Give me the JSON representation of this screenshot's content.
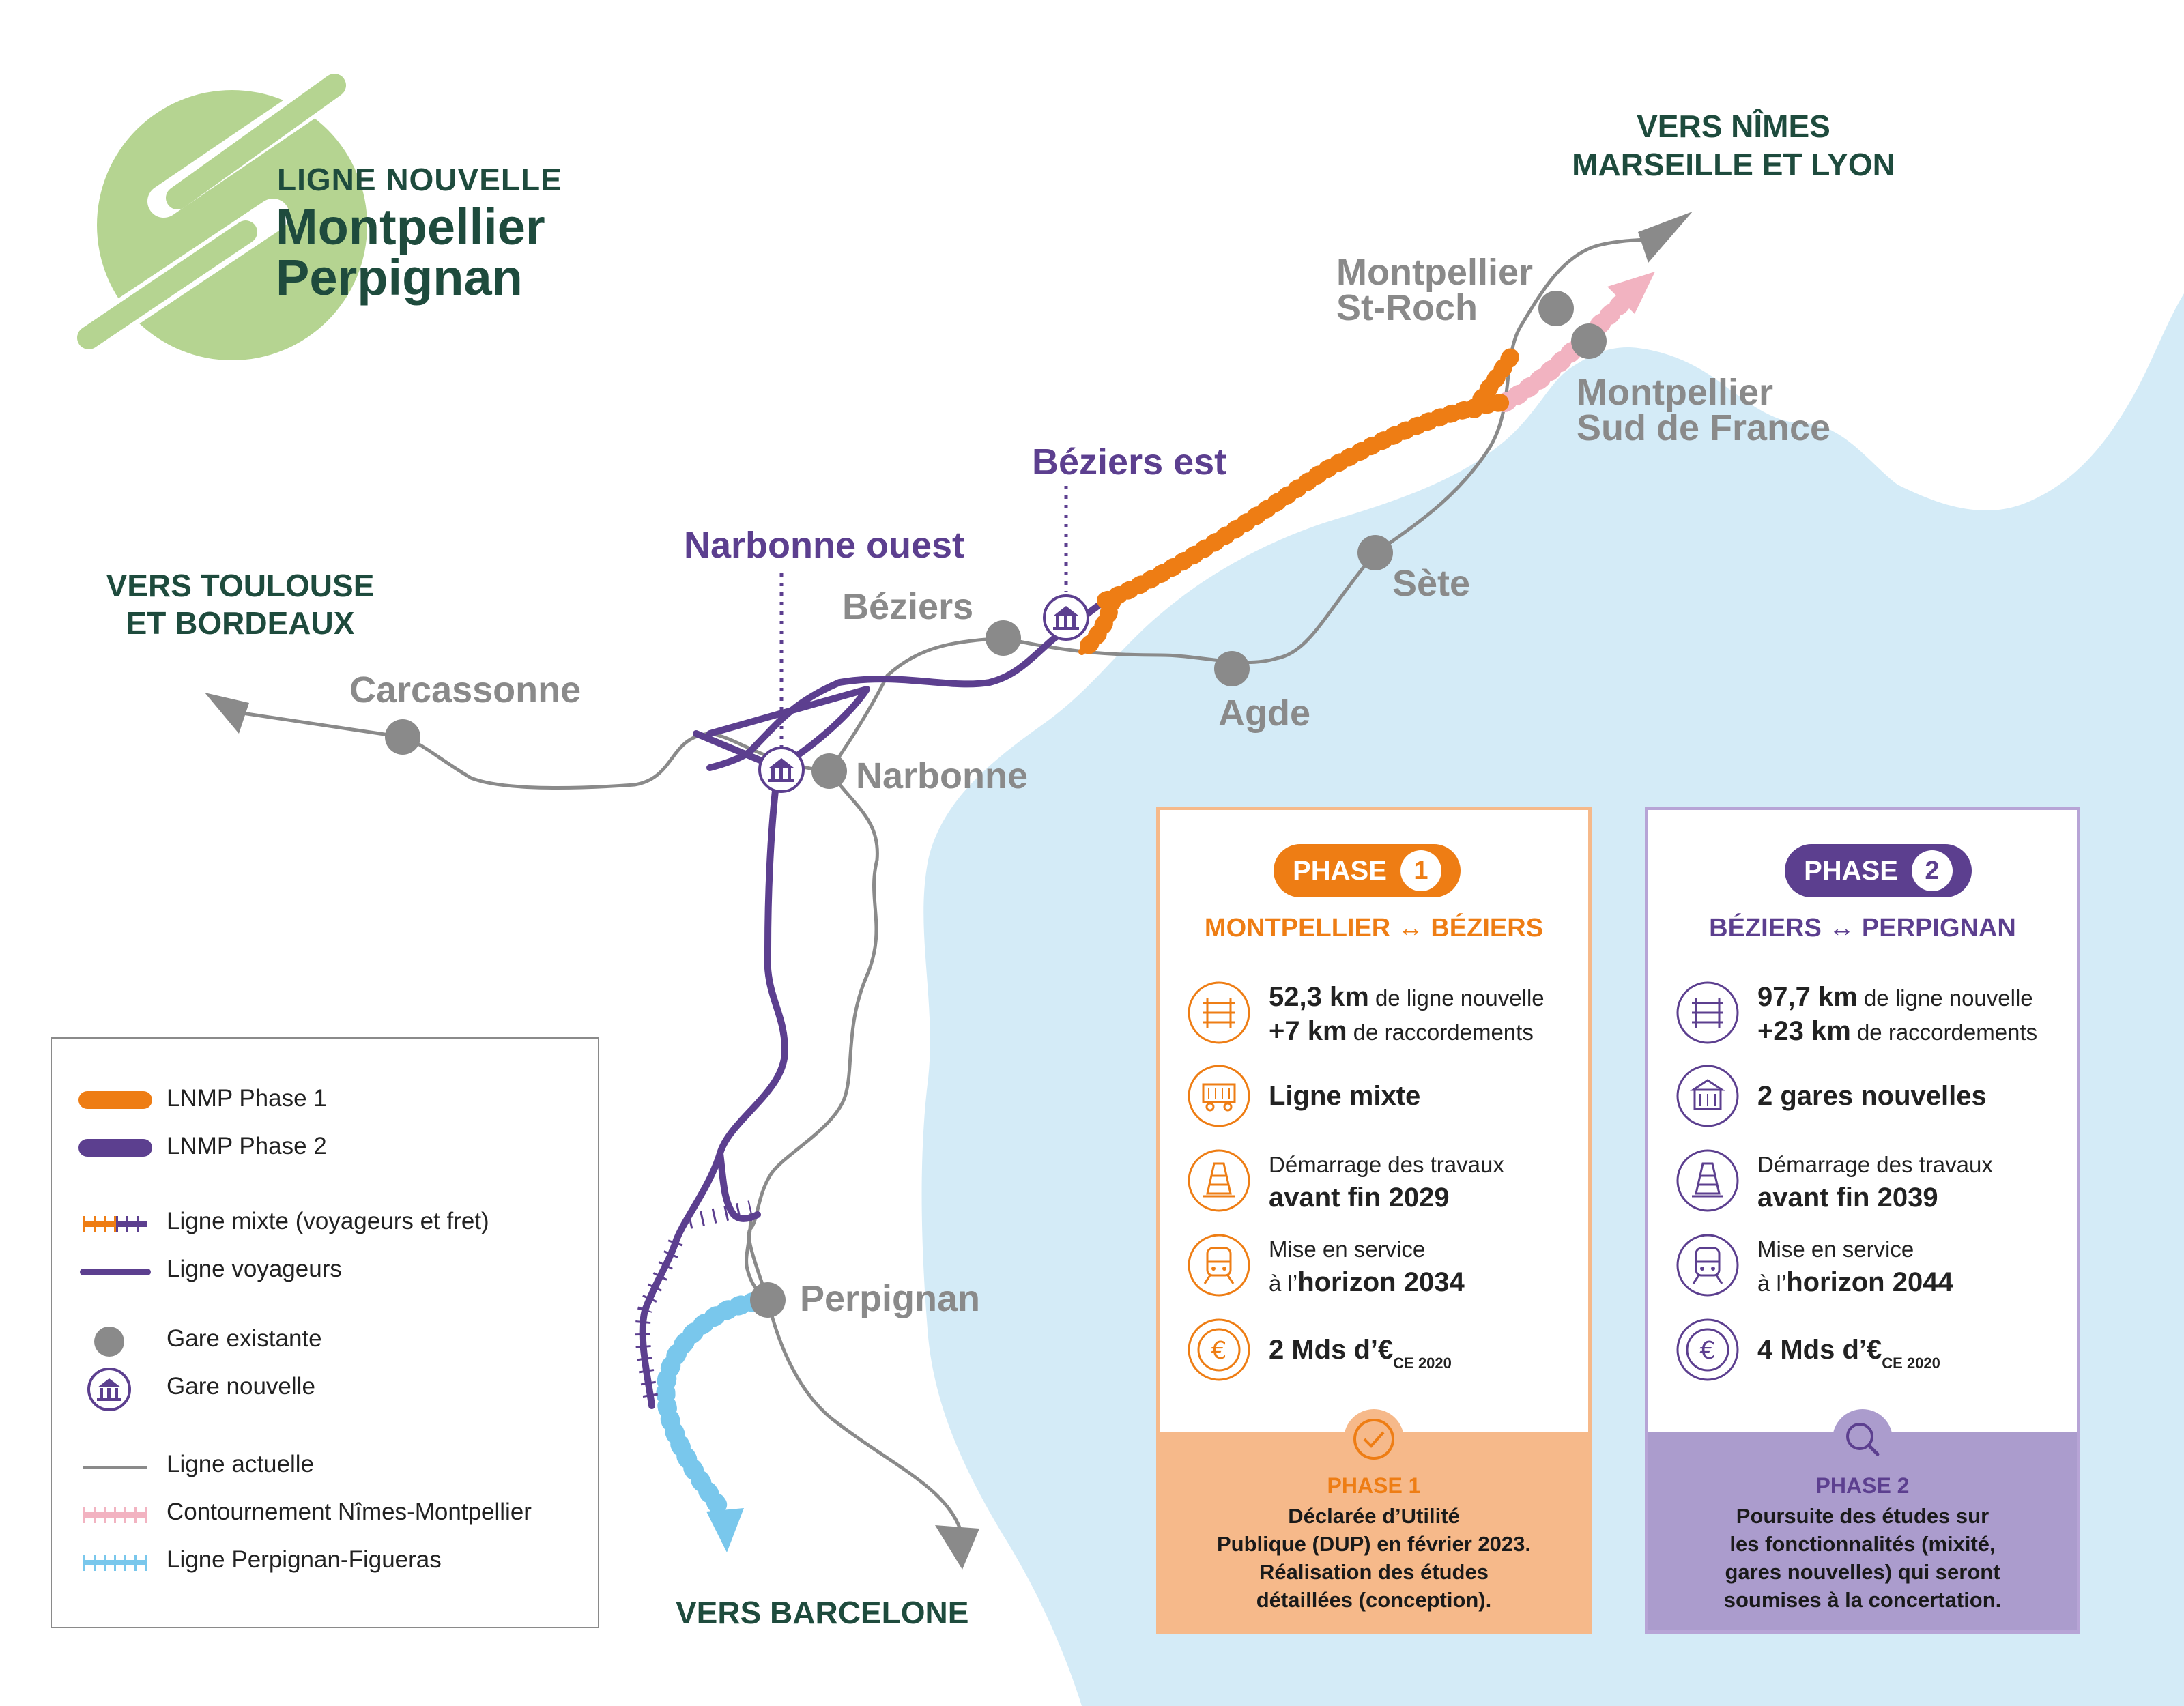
{
  "logo": {
    "line1": "LIGNE  NOUVELLE",
    "line2": "Montpellier",
    "line3": "Perpignan"
  },
  "directions": {
    "nimes_line1": "VERS NÎMES",
    "nimes_line2": "MARSEILLE ET LYON",
    "toulouse_line1": "VERS TOULOUSE",
    "toulouse_line2": "ET BORDEAUX",
    "barcelone": "VERS BARCELONE"
  },
  "stations": {
    "montpellier_st_roch_1": "Montpellier",
    "montpellier_st_roch_2": "St-Roch",
    "montpellier_sdf_1": "Montpellier",
    "montpellier_sdf_2": "Sud de France",
    "sete": "Sète",
    "agde": "Agde",
    "beziers": "Béziers",
    "narbonne": "Narbonne",
    "carcassonne": "Carcassonne",
    "perpignan": "Perpignan",
    "beziers_est": "Béziers est",
    "narbonne_ouest": "Narbonne ouest"
  },
  "colors": {
    "phase1": "#ee7d14",
    "phase2": "#5c3f8f",
    "sea": "#d4ebf7",
    "existing_line": "#8a8a8a",
    "contournement": "#f2b3c1",
    "figueras": "#79c7ec",
    "logo_green": "#b5d491",
    "dark_green": "#1e4b3d"
  },
  "legend": [
    {
      "label": "LNMP Phase 1",
      "icon": "orange-bar"
    },
    {
      "label": "LNMP Phase 2",
      "icon": "purple-bar"
    },
    {
      "label": "Ligne mixte (voyageurs et fret)",
      "icon": "hatched-line"
    },
    {
      "label": "Ligne voyageurs",
      "icon": "purple-line"
    },
    {
      "label": "Gare existante",
      "icon": "gray-dot"
    },
    {
      "label": "Gare nouvelle",
      "icon": "station-icon"
    },
    {
      "label": "Ligne actuelle",
      "icon": "gray-line"
    },
    {
      "label": "Contournement Nîmes-Montpellier",
      "icon": "pink-hatched-line"
    },
    {
      "label": "Ligne Perpignan-Figueras",
      "icon": "blue-hatched-line"
    }
  ],
  "phase1": {
    "pill_label": "PHASE",
    "pill_number": "1",
    "title": "MONTPELLIER ↔ BÉZIERS",
    "rows": [
      {
        "icon": "rail-track-icon",
        "bold1": "52,3 km",
        "text1": " de ligne nouvelle",
        "bold2": "+7 km",
        "text2": " de raccordements"
      },
      {
        "icon": "freight-wagon-icon",
        "bold1": "Ligne mixte"
      },
      {
        "icon": "traffic-cone-icon",
        "text1": "Démarrage des travaux",
        "bold2": "avant fin 2029"
      },
      {
        "icon": "train-icon",
        "text1": "Mise en service",
        "text2": "à l’",
        "bold2": "horizon 2034"
      },
      {
        "icon": "euro-coin-icon",
        "bold1": "2 Mds d’€",
        "sub": "CE 2020"
      }
    ],
    "footer_icon": "checkmark-icon",
    "footer_head": "PHASE 1",
    "footer_lines": [
      "Déclarée d’Utilité",
      "Publique (DUP) en février 2023.",
      "Réalisation des études",
      "détaillées (conception)."
    ]
  },
  "phase2": {
    "pill_label": "PHASE",
    "pill_number": "2",
    "title": "BÉZIERS ↔ PERPIGNAN",
    "rows": [
      {
        "icon": "rail-track-icon",
        "bold1": "97,7 km",
        "text1": " de ligne nouvelle",
        "bold2": "+23 km",
        "text2": " de raccordements"
      },
      {
        "icon": "station-building-icon",
        "bold1": "2 gares nouvelles"
      },
      {
        "icon": "traffic-cone-icon",
        "text1": "Démarrage des travaux",
        "bold2": "avant fin 2039"
      },
      {
        "icon": "train-icon",
        "text1": "Mise en service",
        "text2": "à l’",
        "bold2": "horizon 2044"
      },
      {
        "icon": "euro-coin-icon",
        "bold1": "4 Mds d’€",
        "sub": "CE 2020"
      }
    ],
    "footer_icon": "magnifier-icon",
    "footer_head": "PHASE 2",
    "footer_lines": [
      "Poursuite des études sur",
      "les fonctionnalités (mixité,",
      "gares nouvelles) qui seront",
      "soumises à la concertation."
    ]
  }
}
